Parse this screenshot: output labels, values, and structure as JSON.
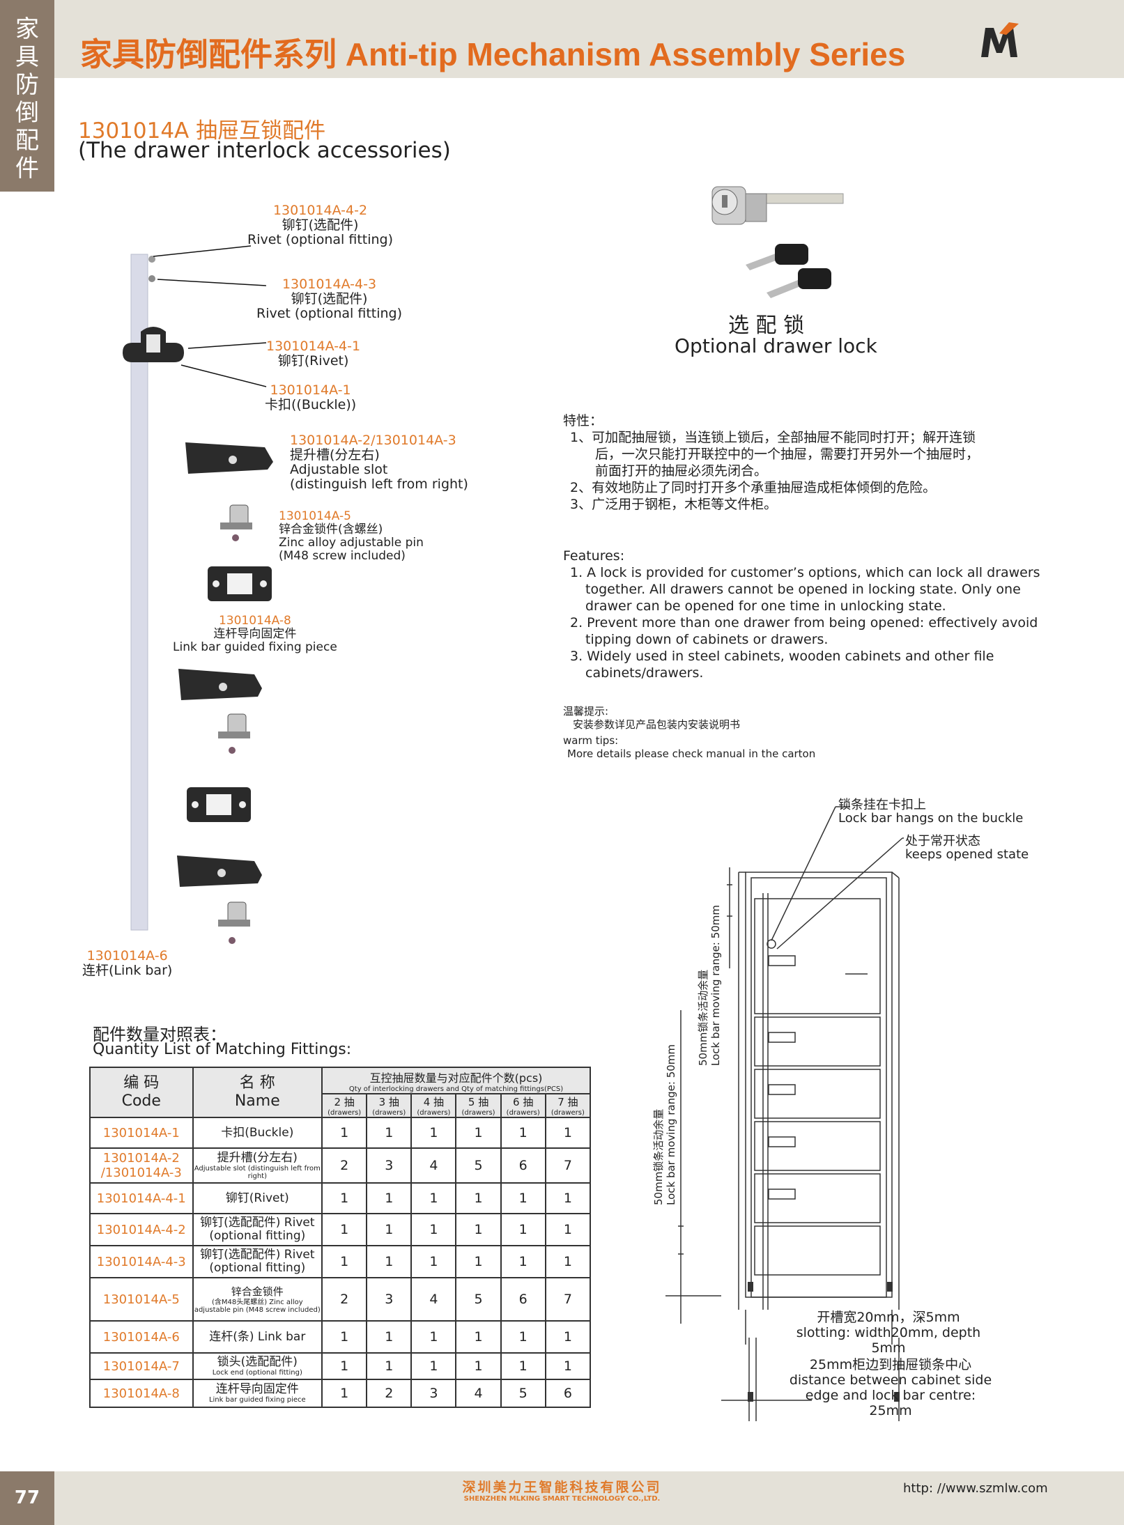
{
  "header": {
    "side_tab": [
      "家",
      "具",
      "防",
      "倒",
      "配",
      "件"
    ],
    "title": "家具防倒配件系列 Anti-tip Mechanism Assembly Series",
    "logo_icon": "mlking-logo-icon",
    "brand_color": "#e26b1f"
  },
  "product": {
    "code_title": "1301014A 抽屉互锁配件",
    "en_title": "(The drawer interlock accessories)"
  },
  "parts": {
    "p1": {
      "code": "1301014A-4-2",
      "cn": "铆钉(选配件)",
      "en": "Rivet (optional fitting)"
    },
    "p2": {
      "code": "1301014A-4-3",
      "cn": "铆钉(选配件)",
      "en": "Rivet (optional fitting)"
    },
    "p3": {
      "code": "1301014A-4-1",
      "cn": "铆钉(Rivet)"
    },
    "p4": {
      "code": "1301014A-1",
      "cn": "卡扣((Buckle))"
    },
    "p5": {
      "code": "1301014A-2/1301014A-3",
      "cn": "提升槽(分左右)",
      "en": "Adjustable slot",
      "en2": "(distinguish left from right)"
    },
    "p6": {
      "code": "1301014A-5",
      "cn": "锌合金锁件(含螺丝)",
      "en": "Zinc alloy adjustable pin",
      "en2": "(M48 screw included)"
    },
    "p7": {
      "code": "1301014A-8",
      "cn": "连杆导向固定件",
      "en": "Link bar guided fixing piece"
    },
    "p8": {
      "code": "1301014A-6",
      "cn": "连杆(Link bar)"
    }
  },
  "lock": {
    "cn": "选 配 锁",
    "en": "Optional drawer lock"
  },
  "features_cn": {
    "title": "特性：",
    "items": [
      "1、可加配抽屉锁，当连锁上锁后，全部抽屉不能同时打开；解开连锁",
      "后，一次只能打开联控中的一个抽屉，需要打开另外一个抽屉时，",
      "前面打开的抽屉必须先闭合。",
      "2、有效地防止了同时打开多个承重抽屉造成柜体倾倒的危险。",
      "3、广泛用于钢柜，木柜等文件柜。"
    ]
  },
  "features_en": {
    "title": "Features:",
    "items": [
      "1. A lock is provided for customer’s options, which can lock all drawers",
      "together. All drawers cannot be opened in locking state. Only one",
      "drawer can be opened for one time in unlocking state.",
      "2. Prevent more than one drawer from being opened: effectively avoid",
      "tipping down of cabinets or drawers.",
      "3. Widely used in steel cabinets, wooden cabinets and other file",
      "cabinets/drawers."
    ]
  },
  "tips": {
    "cn_title": "温馨提示:",
    "cn_text": "安装参数详见产品包装内安装说明书",
    "en_title": "warm tips:",
    "en_text": "More details please check manual in the carton"
  },
  "diagram": {
    "n1_cn": "锁条挂在卡扣上",
    "n1_en": "Lock bar hangs on the buckle",
    "n2_cn": "处于常开状态",
    "n2_en": "keeps opened state",
    "v1_cn": "50mm锁条活动余量",
    "v1_en": "Lock bar moving range: 50mm",
    "v2_cn": "50mm锁条活动余量",
    "v2_en": "Lock bar moving range: 50mm",
    "s1_cn": "开槽宽20mm，深5mm",
    "s1_en": "slotting: width20mm, depth 5mm",
    "s2_cn": "25mm柜边到抽屉锁条中心",
    "s2_en": "distance between cabinet side",
    "s2_en2": "edge and lock bar centre: 25mm"
  },
  "table": {
    "title_cn": "配件数量对照表：",
    "title_en": "Quantity List of Matching Fittings:",
    "h_code_cn": "编 码",
    "h_code_en": "Code",
    "h_name_cn": "名 称",
    "h_name_en": "Name",
    "h_qty_cn": "互控抽屉数量与对应配件个数(pcs)",
    "h_qty_en": "Qty of interlocking drawers and Qty of matching fittings(PCS)",
    "drawers": [
      "2 抽",
      "3 抽",
      "4 抽",
      "5 抽",
      "6 抽",
      "7 抽"
    ],
    "drawers_en": "(drawers)",
    "rows": [
      {
        "code": "1301014A-1",
        "name": "卡扣(Buckle)",
        "name_s": "",
        "q": [
          "1",
          "1",
          "1",
          "1",
          "1",
          "1"
        ]
      },
      {
        "code": "1301014A-2 /1301014A-3",
        "name": "提升槽(分左右)",
        "name_s": "Adjustable slot (distinguish left from right)",
        "q": [
          "2",
          "3",
          "4",
          "5",
          "6",
          "7"
        ]
      },
      {
        "code": "1301014A-4-1",
        "name": "铆钉(Rivet)",
        "name_s": "",
        "q": [
          "1",
          "1",
          "1",
          "1",
          "1",
          "1"
        ]
      },
      {
        "code": "1301014A-4-2",
        "name": "铆钉(选配配件) Rivet (optional fitting)",
        "name_s": "",
        "q": [
          "1",
          "1",
          "1",
          "1",
          "1",
          "1"
        ]
      },
      {
        "code": "1301014A-4-3",
        "name": "铆钉(选配配件) Rivet (optional fitting)",
        "name_s": "",
        "q": [
          "1",
          "1",
          "1",
          "1",
          "1",
          "1"
        ]
      },
      {
        "code": "1301014A-5",
        "name": "锌合金锁件",
        "name_s": "(含M48头尾螺丝) Zinc alloy adjustable pin (M48 screw included)",
        "q": [
          "2",
          "3",
          "4",
          "5",
          "6",
          "7"
        ]
      },
      {
        "code": "1301014A-6",
        "name": "连杆(条) Link bar",
        "name_s": "",
        "q": [
          "1",
          "1",
          "1",
          "1",
          "1",
          "1"
        ]
      },
      {
        "code": "1301014A-7",
        "name": "锁头(选配配件)",
        "name_s": "Lock end (optional fitting)",
        "q": [
          "1",
          "1",
          "1",
          "1",
          "1",
          "1"
        ]
      },
      {
        "code": "1301014A-8",
        "name": "连杆导向固定件",
        "name_s": "Link bar guided fixing piece",
        "q": [
          "1",
          "2",
          "3",
          "4",
          "5",
          "6"
        ]
      }
    ]
  },
  "footer": {
    "page": "77",
    "company_cn": "深圳美力王智能科技有限公司",
    "company_en": "SHENZHEN MLKING SMART TECHNOLOGY CO.,LTD.",
    "website": "http: //www.szmlw.com"
  }
}
